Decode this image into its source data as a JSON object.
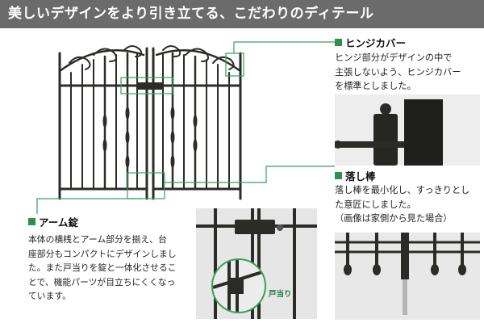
{
  "header": {
    "title": "美しいデザインをより引き立てる、こだわりのディテール"
  },
  "hinge_cover": {
    "title": "ヒンジカバー",
    "lines": [
      "ヒンジ部分がデザインの中で",
      "主張しないよう、ヒンジカバー",
      "を標準としました。"
    ]
  },
  "drop_rod": {
    "title": "落し棒",
    "lines": [
      "落し棒を最小化し、すっきりとし",
      "た意匠にしました。",
      "（画像は家側から見た場合）"
    ]
  },
  "arm_lock": {
    "title": "アーム錠",
    "lines": [
      "本体の横桟とアーム部分を揃え、台",
      "座部分もコンパクトにデザインしまし",
      "た。また戸当りを錠と一体化させるこ",
      "とで、機能パーツが目立ちにくくなっ",
      "ています。"
    ]
  },
  "door_stop_label": "戸当り",
  "colors": {
    "accent": "#36a15a",
    "header_bg": "#6b6b6b",
    "metal": "#2b2b28"
  }
}
